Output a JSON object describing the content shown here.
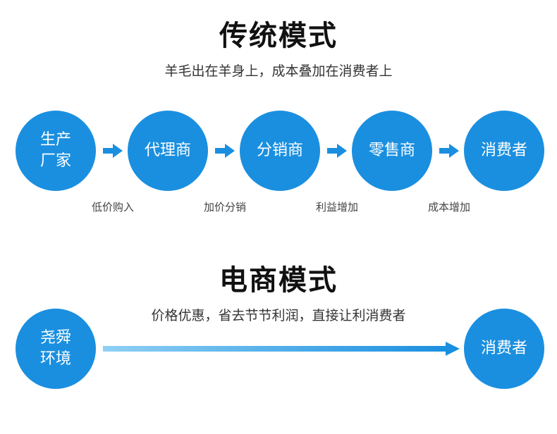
{
  "traditional": {
    "title": "传统模式",
    "subtitle": "羊毛出在羊身上，成本叠加在消费者上",
    "nodes": [
      {
        "line1": "生产",
        "line2": "厂家"
      },
      {
        "line1": "代理商",
        "line2": ""
      },
      {
        "line1": "分销商",
        "line2": ""
      },
      {
        "line1": "零售商",
        "line2": ""
      },
      {
        "line1": "消费者",
        "line2": ""
      }
    ],
    "captions": [
      "低价购入",
      "加价分销",
      "利益增加",
      "成本增加"
    ]
  },
  "ecommerce": {
    "title": "电商模式",
    "subtitle": "价格优惠，省去节节利润，直接让利消费者",
    "source": {
      "line1": "尧舜",
      "line2": "环境"
    },
    "target": {
      "line1": "消费者",
      "line2": ""
    }
  },
  "colors": {
    "circle": "#1a8fe0",
    "arrow": "#1a8fe0",
    "arrow_light": "#8fd0f5"
  }
}
